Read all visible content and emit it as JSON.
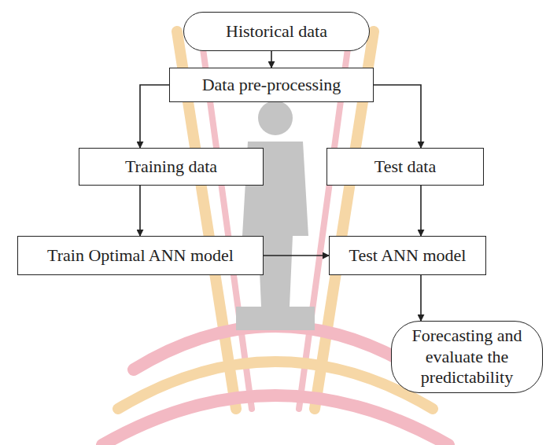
{
  "diagram": {
    "nodes": [
      {
        "text": [
          "Historical data"
        ]
      },
      {
        "text": [
          "Data pre-processing"
        ]
      },
      {
        "text": [
          "Training data"
        ]
      },
      {
        "text": [
          "Test data"
        ]
      },
      {
        "text": [
          "Train Optimal ANN model"
        ]
      },
      {
        "text": [
          "Test ANN model"
        ]
      },
      {
        "text": [
          "Forecasting and evaluate the predictability"
        ]
      }
    ],
    "edges": [
      {
        "from": 0,
        "to": 1,
        "arrow": "to"
      },
      {
        "from": 1,
        "to": 2,
        "arrow": "to"
      },
      {
        "from": 1,
        "to": 3,
        "arrow": "to"
      },
      {
        "from": 2,
        "to": 4,
        "arrow": "to"
      },
      {
        "from": 3,
        "to": 5,
        "arrow": "to"
      },
      {
        "from": 4,
        "to": 5,
        "arrow": "to"
      },
      {
        "from": 5,
        "to": 6,
        "arrow": "to"
      }
    ]
  }
}
